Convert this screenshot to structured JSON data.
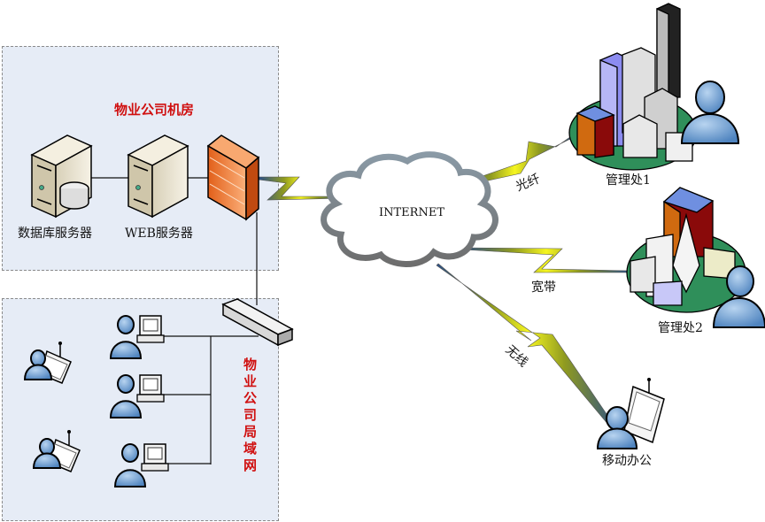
{
  "zones": {
    "server_room": {
      "title": "物业公司机房"
    },
    "lan": {
      "title": "物业公司局域网"
    }
  },
  "nodes": {
    "db_server": {
      "label": "数据库服务器",
      "icon": "database-server-icon"
    },
    "web_server": {
      "label": "WEB服务器",
      "icon": "server-icon"
    },
    "firewall": {
      "icon": "firewall-icon"
    },
    "switch": {
      "icon": "switch-icon"
    },
    "internet": {
      "label": "INTERNET",
      "icon": "cloud-icon"
    },
    "office1": {
      "label": "管理处1",
      "icon": "city-buildings-icon"
    },
    "office2": {
      "label": "管理处2",
      "icon": "church-campus-icon"
    },
    "mobile": {
      "label": "移动办公",
      "icon": "laptop-user-icon"
    }
  },
  "links": {
    "fiber": "光纤",
    "broadband": "宽带",
    "wireless": "无线"
  },
  "lan_clients": {
    "desktops": 3,
    "wireless_laptops": 2
  },
  "colors": {
    "zone_fill": "#e6ecf6",
    "title_red": "#d01010",
    "bolt_yellow": "#f2f21a",
    "user_blue": "#6f9fd0",
    "firewall_orange": "#f07a30",
    "ground_green": "#2f8f5a"
  }
}
